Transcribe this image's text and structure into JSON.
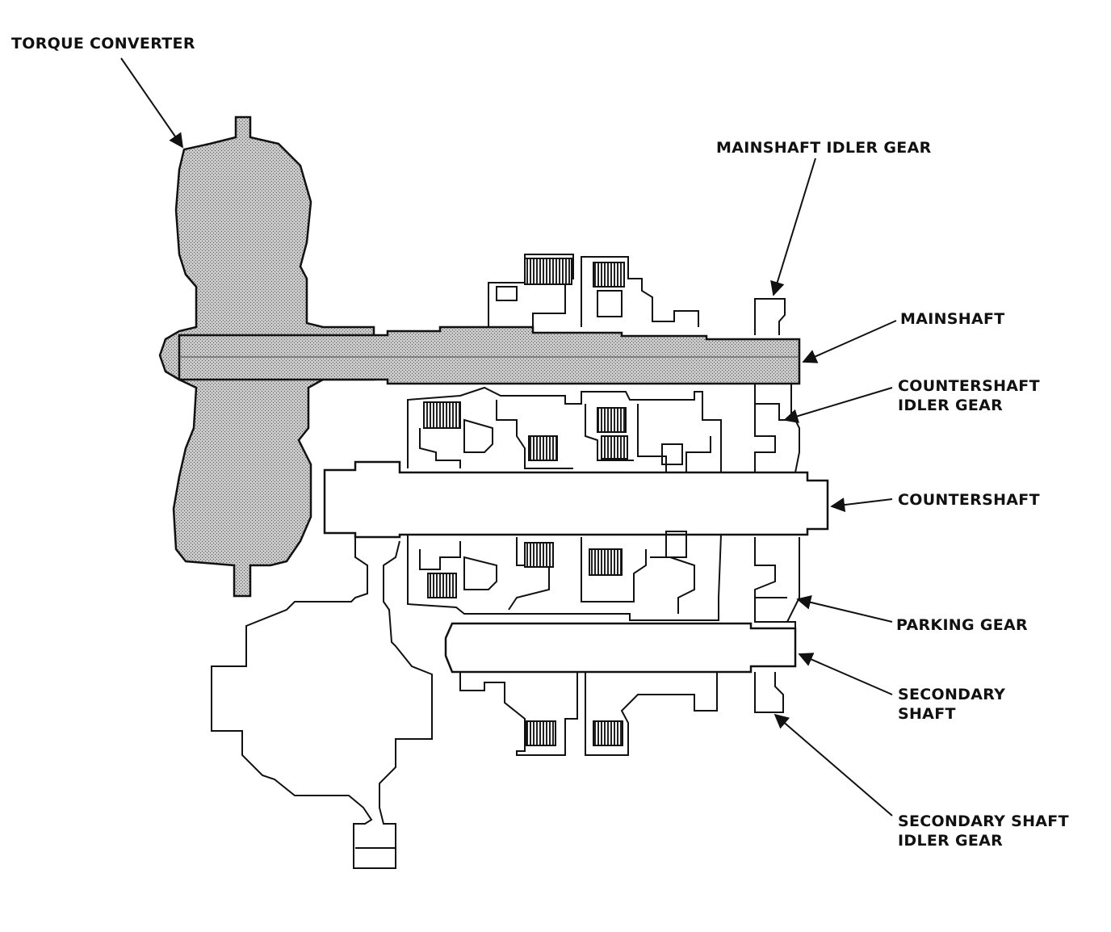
{
  "labels": {
    "torque_converter": "TORQUE CONVERTER",
    "mainshaft_idler_gear": "MAINSHAFT IDLER GEAR",
    "mainshaft": "MAINSHAFT",
    "countershaft_idler_gear": [
      "COUNTERSHAFT",
      "IDLER GEAR"
    ],
    "countershaft": "COUNTERSHAFT",
    "parking_gear": "PARKING GEAR",
    "secondary_shaft": [
      "SECONDARY",
      "SHAFT"
    ],
    "secondary_shaft_idler_gear": [
      "SECONDARY SHAFT",
      "IDLER GEAR"
    ]
  },
  "colors": {
    "ink": "#111111",
    "hatch": "#9a9a9a",
    "paper": "#ffffff"
  }
}
